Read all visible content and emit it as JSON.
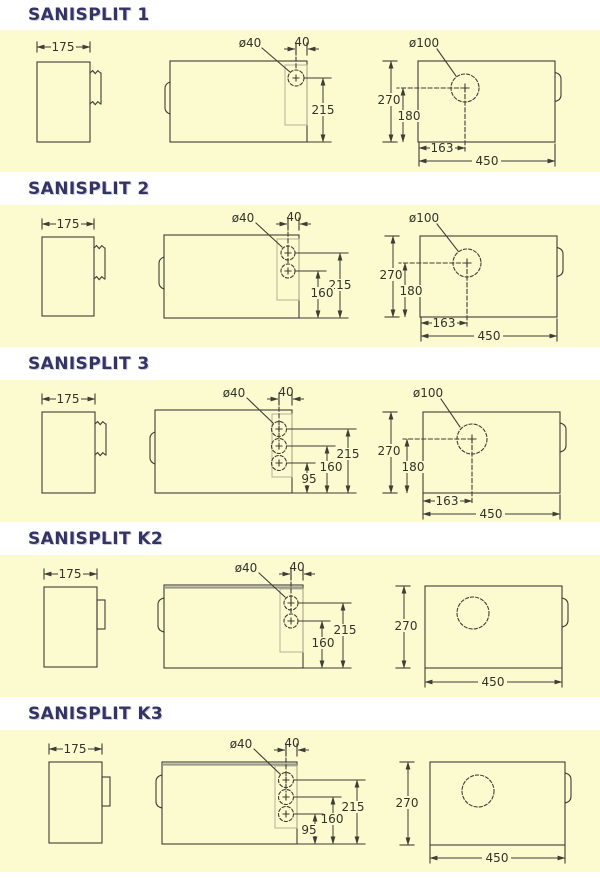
{
  "page": {
    "background": "#FFFFFF",
    "panel_background": "#FCFACF",
    "title_color": "#333366",
    "line_color": "#3E3E36"
  },
  "products": [
    {
      "title": "SANISPLIT 1",
      "side": {
        "width": "175"
      },
      "front": {
        "inlet_dia": "ø40",
        "inlet_offset": "40",
        "h1": "215"
      },
      "top": {
        "outlet_dia": "ø100",
        "height": "270",
        "outlet_height": "180",
        "outlet_offset": "163",
        "length": "450"
      }
    },
    {
      "title": "SANISPLIT 2",
      "side": {
        "width": "175"
      },
      "front": {
        "inlet_dia": "ø40",
        "inlet_offset": "40",
        "h1": "215",
        "h2": "160"
      },
      "top": {
        "outlet_dia": "ø100",
        "height": "270",
        "outlet_height": "180",
        "outlet_offset": "163",
        "length": "450"
      }
    },
    {
      "title": "SANISPLIT 3",
      "side": {
        "width": "175"
      },
      "front": {
        "inlet_dia": "ø40",
        "inlet_offset": "40",
        "h1": "215",
        "h2": "160",
        "h3": "95"
      },
      "top": {
        "outlet_dia": "ø100",
        "height": "270",
        "outlet_height": "180",
        "outlet_offset": "163",
        "length": "450"
      }
    },
    {
      "title": "SANISPLIT K2",
      "side": {
        "width": "175"
      },
      "front": {
        "inlet_dia": "ø40",
        "inlet_offset": "40",
        "h1": "215",
        "h2": "160"
      },
      "top": {
        "height": "270",
        "length": "450"
      }
    },
    {
      "title": "SANISPLIT K3",
      "side": {
        "width": "175"
      },
      "front": {
        "inlet_dia": "ø40",
        "inlet_offset": "40",
        "h1": "215",
        "h2": "160",
        "h3": "95"
      },
      "top": {
        "height": "270",
        "length": "450"
      }
    }
  ]
}
